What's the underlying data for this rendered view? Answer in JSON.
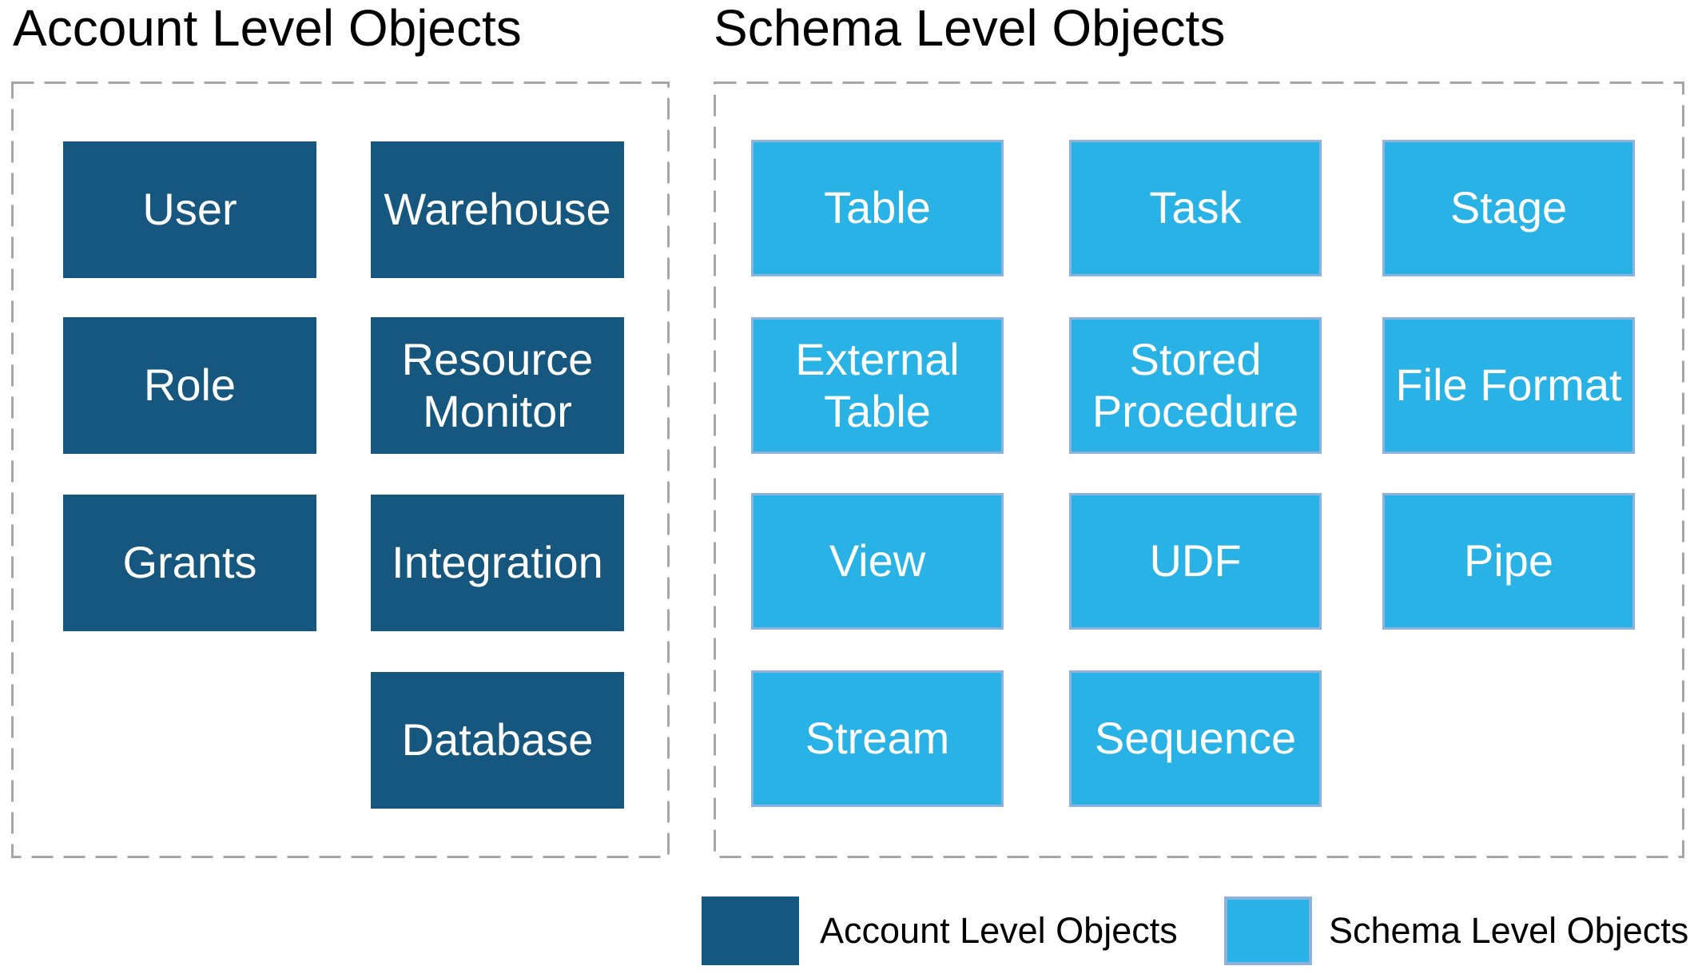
{
  "account": {
    "title": "Account Level Objects",
    "boxes": {
      "user": "User",
      "warehouse": "Warehouse",
      "role": "Role",
      "resource_monitor": "Resource Monitor",
      "grants": "Grants",
      "integration": "Integration",
      "database": "Database"
    }
  },
  "schema": {
    "title": "Schema Level Objects",
    "boxes": {
      "table": "Table",
      "task": "Task",
      "stage": "Stage",
      "external_table": "External Table",
      "stored_procedure": "Stored Procedure",
      "file_format": "File Format",
      "view": "View",
      "udf": "UDF",
      "pipe": "Pipe",
      "stream": "Stream",
      "sequence": "Sequence"
    }
  },
  "legend": {
    "account_label": "Account Level Objects",
    "schema_label": "Schema Level Objects"
  },
  "colors": {
    "account_box": "#15577E",
    "schema_box": "#29B2E6",
    "schema_box_border": "#8DB3DD",
    "panel_dash_gray": "#A6A6A6",
    "box_text": "#FFFFFF",
    "heading_text": "#000000"
  }
}
